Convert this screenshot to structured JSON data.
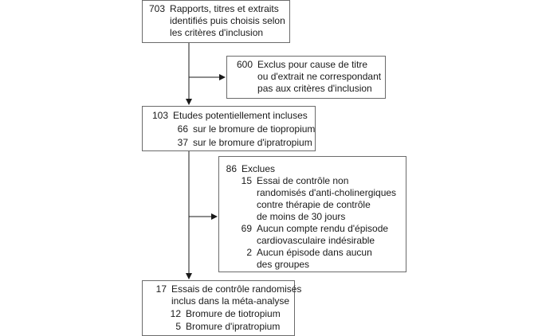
{
  "box1": {
    "number": "703",
    "text": "Rapports, titres et extraits\nidentifiés puis choisis selon\nles critères d'inclusion"
  },
  "box2": {
    "number": "600",
    "text": "Exclus pour cause de titre\nou d'extrait ne correspondant\npas aux critères d'inclusion"
  },
  "box3": {
    "number": "103",
    "text": "Etudes potentiellement incluses",
    "items": [
      {
        "number": "66",
        "text": "sur le bromure de tiopropium"
      },
      {
        "number": "37",
        "text": "sur le bromure d'ipratropium"
      }
    ]
  },
  "box4": {
    "number": "86",
    "text": "Exclues",
    "items": [
      {
        "number": "15",
        "text": "Essai de contrôle non\nrandomisés d'anti-cholinergiques\ncontre thérapie de contrôle\nde moins de 30 jours"
      },
      {
        "number": "69",
        "text": "Aucun compte rendu d'épisode\ncardiovasculaire indésirable"
      },
      {
        "number": "2",
        "text": "Aucun épisode dans aucun\ndes groupes"
      }
    ]
  },
  "box5": {
    "number": "17",
    "text": "Essais de contrôle randomisés\ninclus dans la méta-analyse",
    "items": [
      {
        "number": "12",
        "text": "Bromure de tiotropium"
      },
      {
        "number": "5",
        "text": "Bromure d'ipratropium"
      }
    ]
  }
}
